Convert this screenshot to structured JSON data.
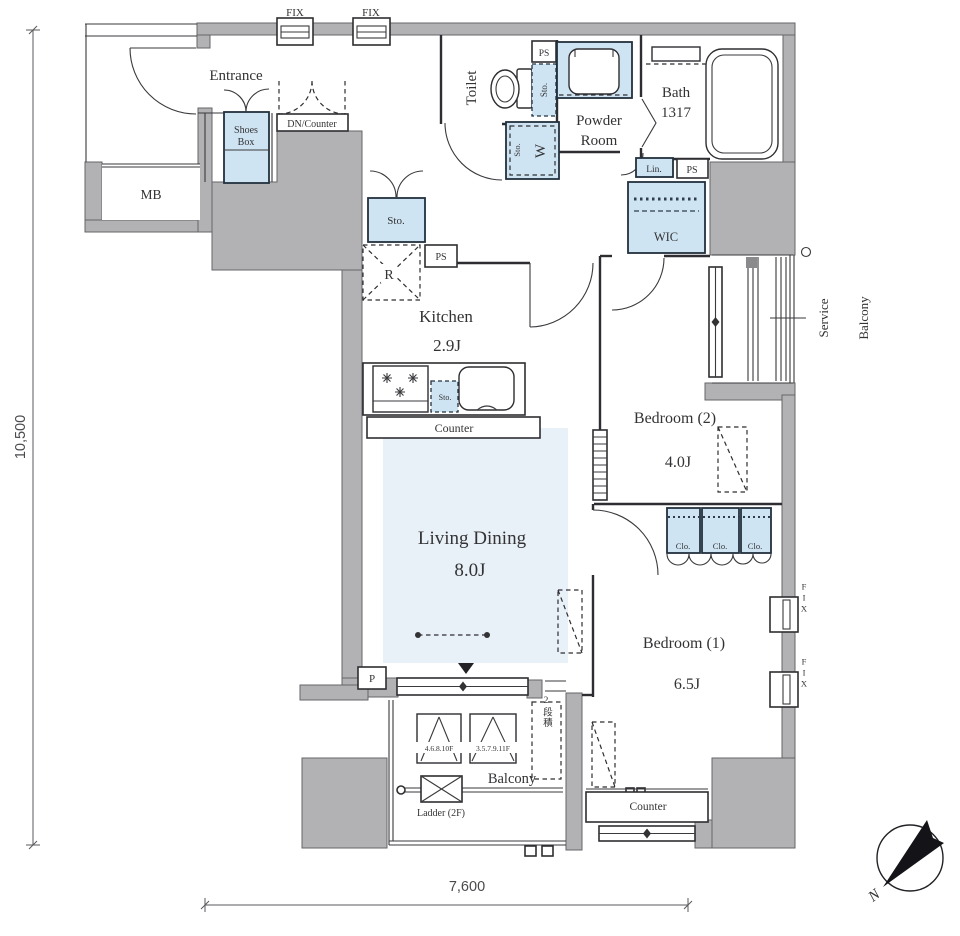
{
  "title": "Apartment floor plan",
  "colors": {
    "wall": "#b2b2b4",
    "fixture_fill": "#cfe4f2",
    "floor_tint": "#e9f1f8",
    "line": "#2e2e32"
  },
  "rooms": {
    "entrance": "Entrance",
    "mb": "MB",
    "toilet": "Toilet",
    "powder_line1": "Powder",
    "powder_line2": "Room",
    "bath_line1": "Bath",
    "bath_line2": "1317",
    "wic": "WIC",
    "kitchen": "Kitchen",
    "kitchen_area": "2.9J",
    "living": "Living Dining",
    "living_area": "8.0J",
    "bedroom2": "Bedroom (2)",
    "bedroom2_area": "4.0J",
    "bedroom1": "Bedroom (1)",
    "bedroom1_area": "6.5J",
    "balcony": "Balcony",
    "service_line1": "Service",
    "service_line2": "Balcony"
  },
  "fixtures": {
    "shoes_line1": "Shoes",
    "shoes_line2": "Box",
    "dn_counter": "DN/Counter",
    "sto": "Sto.",
    "ps": "PS",
    "w": "W",
    "r": "R",
    "lin": "Lin.",
    "clo": "Clo.",
    "counter": "Counter",
    "p": "P",
    "fix": "FIX",
    "ladder": "Ladder (2F)",
    "ac_floors_a": "4.6.8.10F",
    "ac_floors_b": "3.5.7.9.11F",
    "stacked": "2段積"
  },
  "dimensions": {
    "left": "10,500",
    "bottom": "7,600"
  },
  "compass": {
    "label": "N"
  }
}
